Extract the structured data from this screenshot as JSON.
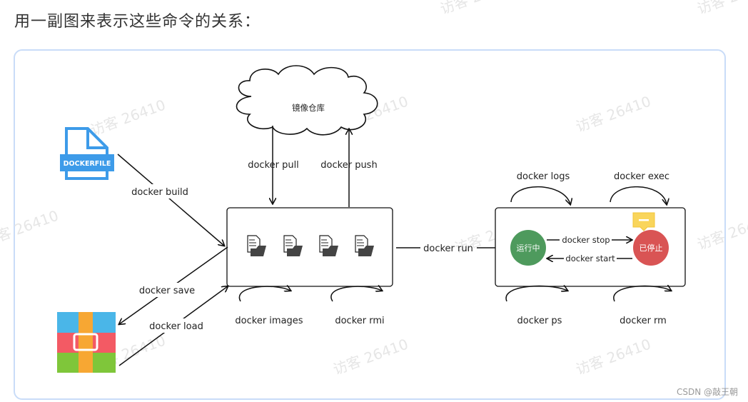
{
  "heading": "用一副图来表示这些命令的关系：",
  "credit": "CSDN @敲王朝",
  "watermark": "访客 26410",
  "nodes": {
    "registry": "镜像仓库",
    "dockerfile": "DOCKERFILE",
    "running": "运行中",
    "stopped": "已停止"
  },
  "commands": {
    "build": "docker build",
    "pull": "docker pull",
    "push": "docker push",
    "save": "docker save",
    "load": "docker load",
    "images": "docker images",
    "rmi": "docker rmi",
    "run": "docker run",
    "logs": "docker logs",
    "exec": "docker exec",
    "stop": "docker stop",
    "start": "docker start",
    "ps": "docker ps",
    "rm": "docker rm"
  },
  "icons": [
    "cloud-icon",
    "dockerfile-icon",
    "archive-icon",
    "image-file-icon",
    "container-icon"
  ],
  "colors": {
    "frame_border": "#c9dcf8",
    "running": "#4e9a5d",
    "stopped": "#d95454",
    "dockerfile": "#3d9be9",
    "archive_top": "#4ab6e8",
    "archive_mid": "#f35a64",
    "archive_bottom": "#7fc63a",
    "archive_band": "#f7a733"
  }
}
